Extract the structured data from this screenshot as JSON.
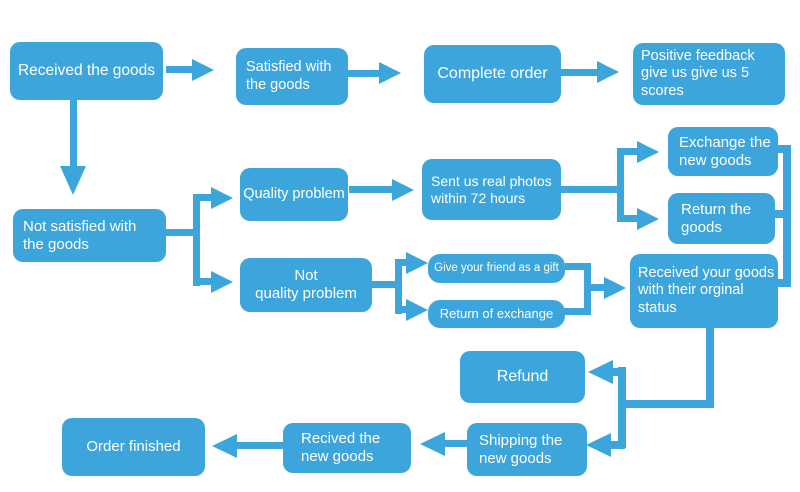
{
  "colors": {
    "primary": "#3CA6DC",
    "text": "#FFFFFF",
    "background": "#FFFFFF"
  },
  "nodes": {
    "received_goods": {
      "label": "Received the goods"
    },
    "satisfied": {
      "label": "Satisfied with\nthe goods"
    },
    "complete_order": {
      "label": "Complete order"
    },
    "positive_feedback": {
      "label": "Positive feedback\ngive us give us 5\nscores"
    },
    "not_satisfied": {
      "label": "Not satisfied with\nthe goods"
    },
    "quality_problem": {
      "label": "Quality problem"
    },
    "sent_photos": {
      "label": "Sent us real photos\nwithin 72 hours"
    },
    "exchange_new_goods": {
      "label": "Exchange the\nnew goods"
    },
    "return_goods": {
      "label": "Return the\ngoods"
    },
    "not_quality_problem": {
      "label": "Not\nquality problem"
    },
    "gift": {
      "label": "Give your friend as a gift"
    },
    "return_of_exchange": {
      "label": "Return of exchange"
    },
    "received_original_status": {
      "label": "Received your goods\nwith their orginal\nstatus"
    },
    "refund": {
      "label": "Refund"
    },
    "shipping_new_goods": {
      "label": "Shipping the\nnew goods"
    },
    "recived_new_goods": {
      "label": "Recived the\nnew goods"
    },
    "order_finished": {
      "label": "Order finished"
    }
  },
  "edges": [
    {
      "from": "received_goods",
      "to": "satisfied"
    },
    {
      "from": "satisfied",
      "to": "complete_order"
    },
    {
      "from": "complete_order",
      "to": "positive_feedback"
    },
    {
      "from": "received_goods",
      "to": "not_satisfied"
    },
    {
      "from": "not_satisfied",
      "to": "quality_problem"
    },
    {
      "from": "not_satisfied",
      "to": "not_quality_problem"
    },
    {
      "from": "quality_problem",
      "to": "sent_photos"
    },
    {
      "from": "sent_photos",
      "to": "exchange_new_goods"
    },
    {
      "from": "sent_photos",
      "to": "return_goods"
    },
    {
      "from": "not_quality_problem",
      "to": "gift"
    },
    {
      "from": "not_quality_problem",
      "to": "return_of_exchange"
    },
    {
      "from": "gift",
      "to": "received_original_status"
    },
    {
      "from": "return_of_exchange",
      "to": "received_original_status"
    },
    {
      "from": "exchange_new_goods",
      "to": "received_original_status"
    },
    {
      "from": "return_goods",
      "to": "received_original_status"
    },
    {
      "from": "received_original_status",
      "to": "refund"
    },
    {
      "from": "received_original_status",
      "to": "shipping_new_goods"
    },
    {
      "from": "shipping_new_goods",
      "to": "recived_new_goods"
    },
    {
      "from": "recived_new_goods",
      "to": "order_finished"
    }
  ]
}
